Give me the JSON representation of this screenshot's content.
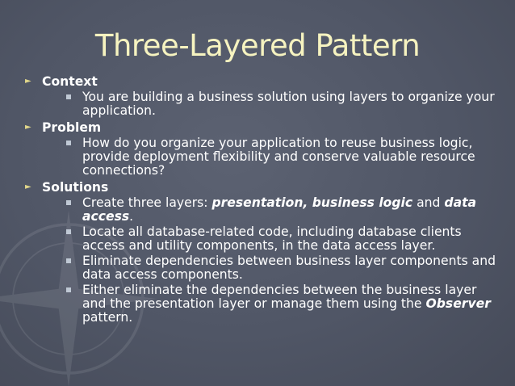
{
  "title": "Three-Layered Pattern",
  "sections": [
    {
      "heading": "Context",
      "items": [
        [
          {
            "t": "You are building a business solution using layers to organize your application."
          }
        ]
      ]
    },
    {
      "heading": "Problem",
      "items": [
        [
          {
            "t": "How do you organize your application to reuse business logic, provide deployment flexibility and conserve valuable resource connections?"
          }
        ]
      ]
    },
    {
      "heading": "Solutions",
      "items": [
        [
          {
            "t": "Create three layers: "
          },
          {
            "t": "presentation, business logic",
            "em": true
          },
          {
            "t": " and "
          },
          {
            "t": "data access",
            "em": true
          },
          {
            "t": "."
          }
        ],
        [
          {
            "t": "Locate all database-related code, including database clients access and utility components, in the data access layer."
          }
        ],
        [
          {
            "t": "Eliminate dependencies between business layer components and data access components."
          }
        ],
        [
          {
            "t": "Either eliminate the dependencies between the business layer and the presentation layer or manage them using the "
          },
          {
            "t": "Observer",
            "em": true
          },
          {
            "t": " pattern."
          }
        ]
      ]
    }
  ],
  "colors": {
    "title": "#f6f3c0",
    "text": "#ffffff",
    "arrow": "#e0d68a",
    "bullet": "#bfc8d4",
    "background": "#555b6b"
  },
  "icons": {
    "section_marker": "triangle-arrow-icon",
    "item_marker": "square-bullet-icon",
    "background_decoration": "compass-rose-icon"
  }
}
